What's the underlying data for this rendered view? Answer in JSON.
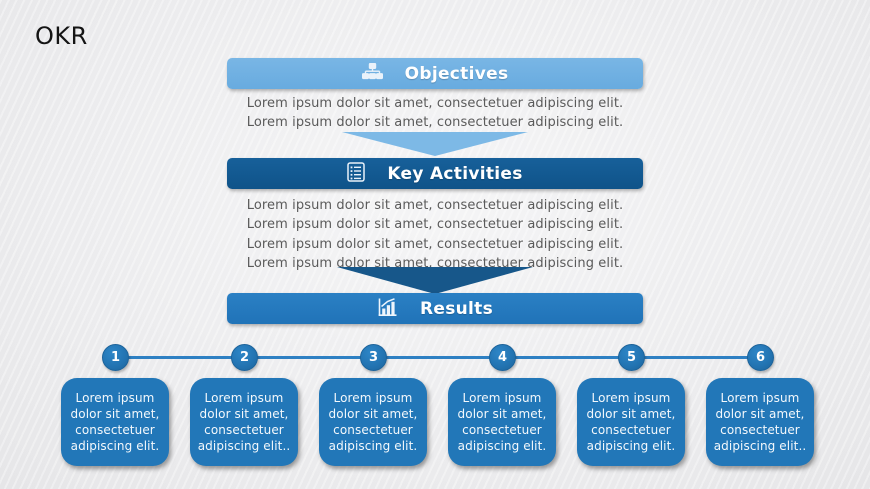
{
  "slide": {
    "title": "OKR"
  },
  "flow": {
    "sections": [
      {
        "label": "Objectives",
        "icon": "org-chart-icon",
        "color": "#6fb0e2",
        "description_lines": [
          "Lorem ipsum dolor sit amet, consectetuer adipiscing elit.",
          "Lorem ipsum dolor sit amet, consectetuer adipiscing elit."
        ]
      },
      {
        "label": "Key Activities",
        "icon": "checklist-icon",
        "color": "#11578d",
        "description_lines": [
          "Lorem ipsum dolor sit amet, consectetuer adipiscing elit.",
          "Lorem ipsum dolor sit amet, consectetuer adipiscing elit.",
          "Lorem ipsum dolor sit amet, consectetuer adipiscing elit.",
          "Lorem ipsum dolor sit amet, consectetuer adipiscing elit."
        ]
      },
      {
        "label": "Results",
        "icon": "bar-chart-icon",
        "color": "#2478bd",
        "description_lines": []
      }
    ]
  },
  "timeline": {
    "steps": [
      {
        "number": "1",
        "text": "Lorem ipsum dolor sit amet, consectetuer adipiscing elit."
      },
      {
        "number": "2",
        "text": "Lorem ipsum dolor sit amet, consectetuer adipiscing elit.."
      },
      {
        "number": "3",
        "text": "Lorem ipsum dolor sit amet, consectetuer adipiscing elit."
      },
      {
        "number": "4",
        "text": "Lorem ipsum dolor sit amet, consectetuer adipiscing elit."
      },
      {
        "number": "5",
        "text": "Lorem ipsum dolor sit amet, consectetuer adipiscing elit."
      },
      {
        "number": "6",
        "text": "Lorem ipsum dolor sit amet, consectetuer adipiscing elit.."
      }
    ]
  },
  "colors": {
    "objectives_bar": "#6fb0e2",
    "key_activities_bar": "#11578d",
    "results_bar": "#2478bd",
    "arrow_light": "#7db9e6",
    "arrow_dark": "#17578a",
    "step_circle": "#2273b1",
    "step_box": "#2277b8",
    "timeline_line": "#2e80c3",
    "description_text": "#5a5a5a"
  }
}
